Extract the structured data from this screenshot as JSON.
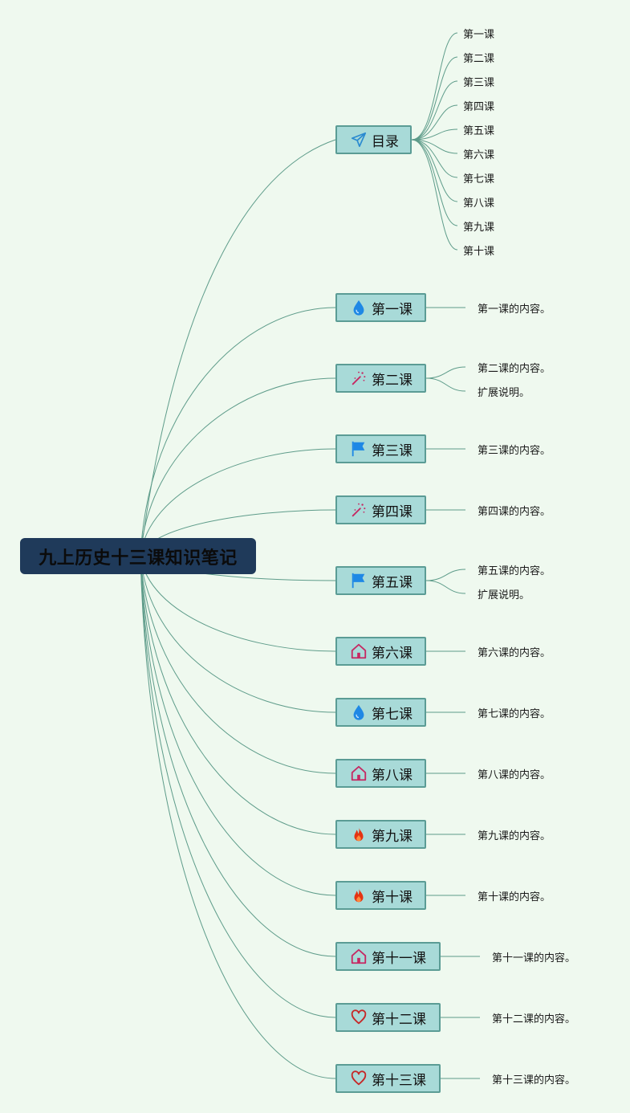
{
  "root": {
    "title": "九上历史十三课知识笔记"
  },
  "toc": {
    "label": "目录",
    "icon": "paper-plane-icon",
    "items": [
      "第一课",
      "第二课",
      "第三课",
      "第四课",
      "第五课",
      "第六课",
      "第七课",
      "第八课",
      "第九课",
      "第十课"
    ]
  },
  "lessons": [
    {
      "label": "第一课",
      "icon": "water-drop-icon",
      "notes": [
        "第一课的内容。"
      ]
    },
    {
      "label": "第二课",
      "icon": "magic-wand-icon",
      "notes": [
        "第二课的内容。",
        "扩展说明。"
      ]
    },
    {
      "label": "第三课",
      "icon": "flag-icon",
      "notes": [
        "第三课的内容。"
      ]
    },
    {
      "label": "第四课",
      "icon": "magic-wand-icon",
      "notes": [
        "第四课的内容。"
      ]
    },
    {
      "label": "第五课",
      "icon": "flag-icon",
      "notes": [
        "第五课的内容。",
        "扩展说明。"
      ]
    },
    {
      "label": "第六课",
      "icon": "house-icon",
      "notes": [
        "第六课的内容。"
      ]
    },
    {
      "label": "第七课",
      "icon": "water-drop-icon",
      "notes": [
        "第七课的内容。"
      ]
    },
    {
      "label": "第八课",
      "icon": "house-icon",
      "notes": [
        "第八课的内容。"
      ]
    },
    {
      "label": "第九课",
      "icon": "fire-icon",
      "notes": [
        "第九课的内容。"
      ]
    },
    {
      "label": "第十课",
      "icon": "fire-icon",
      "notes": [
        "第十课的内容。"
      ]
    },
    {
      "label": "第十一课",
      "icon": "house-icon",
      "notes": [
        "第十一课的内容。"
      ]
    },
    {
      "label": "第十二课",
      "icon": "heart-icon",
      "notes": [
        "第十二课的内容。"
      ]
    },
    {
      "label": "第十三课",
      "icon": "heart-icon",
      "notes": [
        "第十三课的内容。"
      ]
    }
  ],
  "colors": {
    "background": "#eff9ef",
    "root_fill": "#1f3a5a",
    "node_fill": "#a8dad8",
    "node_border": "#5b9c95",
    "connector": "#5e9c8a"
  }
}
